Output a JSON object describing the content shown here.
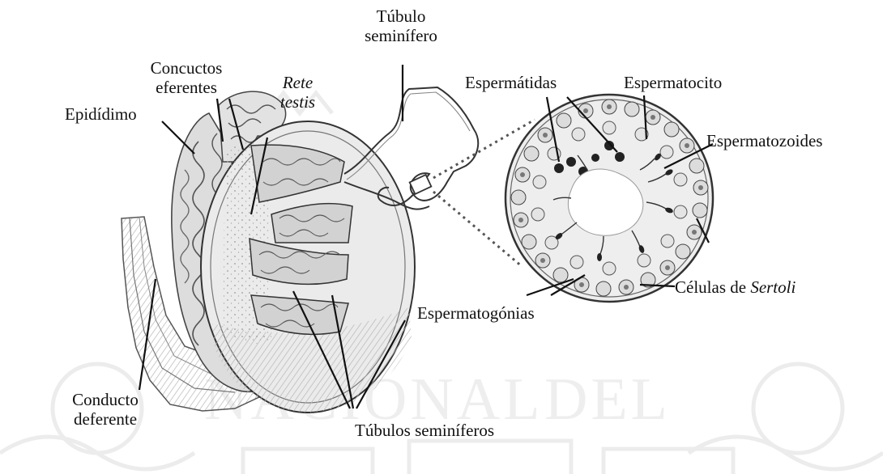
{
  "watermark": {
    "text_left": "NACIONAL",
    "text_right": "DEL"
  },
  "labels": {
    "tubulo": [
      "Túbulo",
      "seminífero"
    ],
    "conductos": [
      "Concuctos",
      "eferentes"
    ],
    "rete": [
      "Rete",
      "testis"
    ],
    "epididimo": "Epidídimo",
    "espermatidas": "Espermátidas",
    "espermatocito": "Espermatocito",
    "espermatozoides": "Espermatozoides",
    "sertoli_prefix": "Células de ",
    "sertoli_italic": "Sertoli",
    "espermatogonias": "Espermatogónias",
    "conducto_deferente": [
      "Conducto",
      "deferente"
    ],
    "tubulos": "Túbulos seminíferos"
  }
}
